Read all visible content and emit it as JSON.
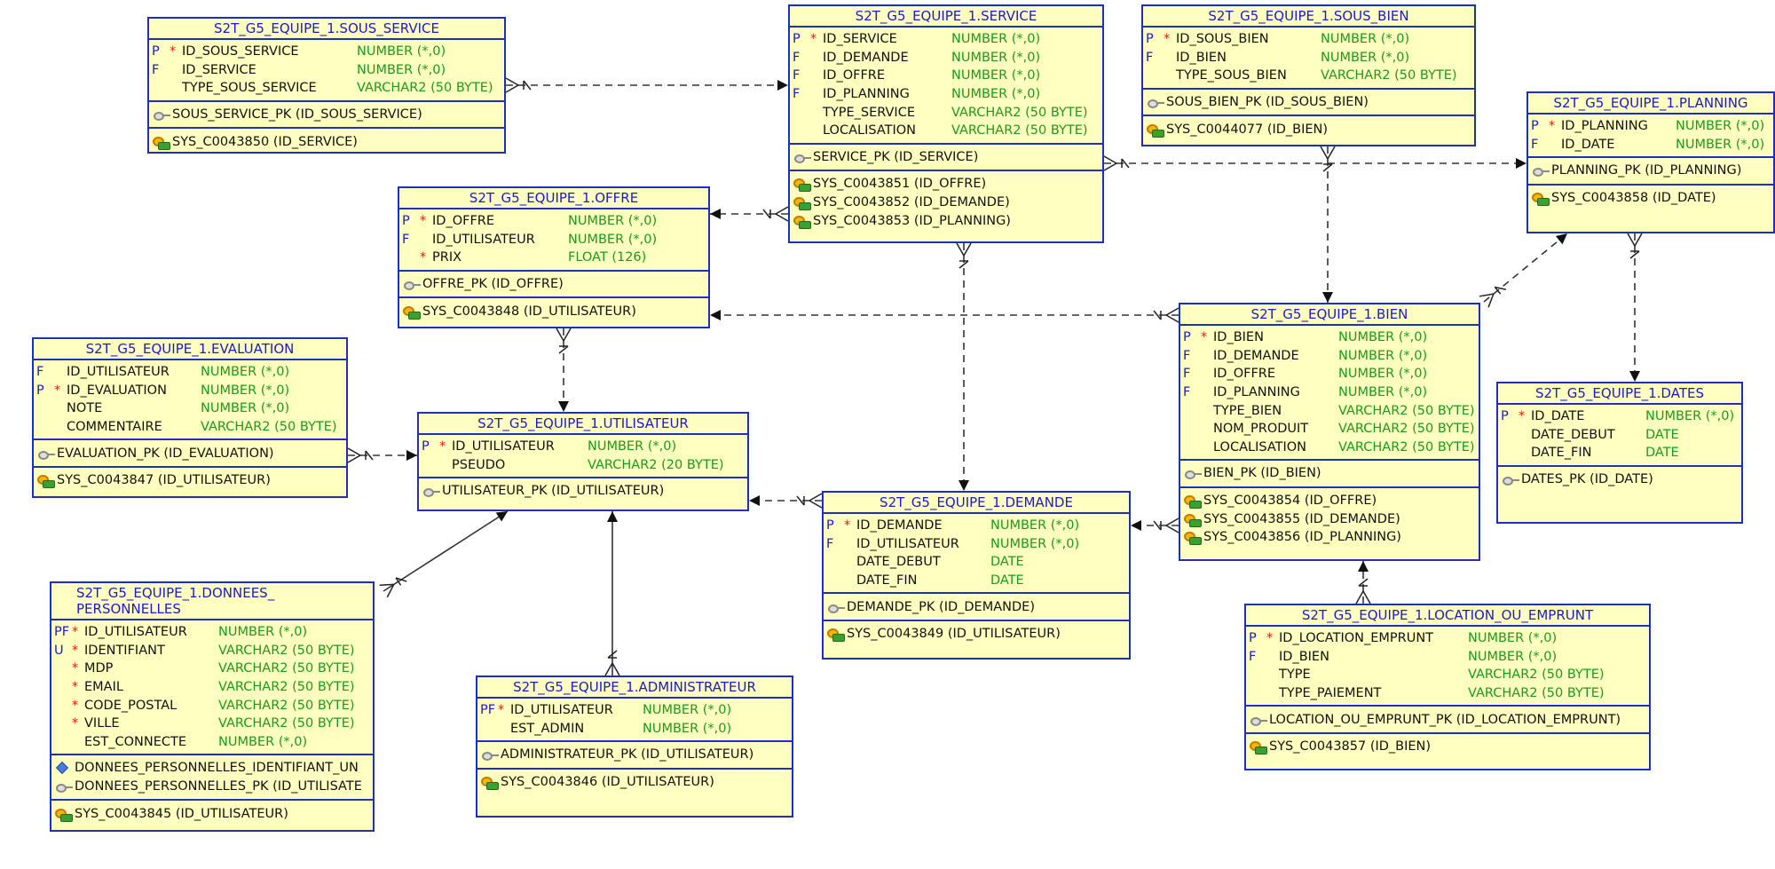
{
  "tables": [
    {
      "id": "sous_service",
      "title": "S2T_G5_EQUIPE_1.SOUS_SERVICE",
      "columns": [
        {
          "flag": "P",
          "req": "*",
          "name": "ID_SOUS_SERVICE",
          "type": "NUMBER (*,0)"
        },
        {
          "flag": "F",
          "req": "",
          "name": "ID_SERVICE",
          "type": "NUMBER (*,0)"
        },
        {
          "flag": "",
          "req": "",
          "name": "TYPE_SOUS_SERVICE",
          "type": "VARCHAR2 (50 BYTE)"
        }
      ],
      "sections": [
        [
          {
            "icon": "key",
            "text": "SOUS_SERVICE_PK (ID_SOUS_SERVICE)"
          }
        ],
        [
          {
            "icon": "fk",
            "text": "SYS_C0043850 (ID_SERVICE)"
          }
        ]
      ]
    },
    {
      "id": "service",
      "title": "S2T_G5_EQUIPE_1.SERVICE",
      "columns": [
        {
          "flag": "P",
          "req": "*",
          "name": "ID_SERVICE",
          "type": "NUMBER (*,0)"
        },
        {
          "flag": "F",
          "req": "",
          "name": "ID_DEMANDE",
          "type": "NUMBER (*,0)"
        },
        {
          "flag": "F",
          "req": "",
          "name": "ID_OFFRE",
          "type": "NUMBER (*,0)"
        },
        {
          "flag": "F",
          "req": "",
          "name": "ID_PLANNING",
          "type": "NUMBER (*,0)"
        },
        {
          "flag": "",
          "req": "",
          "name": "TYPE_SERVICE",
          "type": "VARCHAR2 (50 BYTE)"
        },
        {
          "flag": "",
          "req": "",
          "name": "LOCALISATION",
          "type": "VARCHAR2 (50 BYTE)"
        }
      ],
      "sections": [
        [
          {
            "icon": "key",
            "text": "SERVICE_PK (ID_SERVICE)"
          }
        ],
        [
          {
            "icon": "fk",
            "text": "SYS_C0043851 (ID_OFFRE)"
          },
          {
            "icon": "fk",
            "text": "SYS_C0043852 (ID_DEMANDE)"
          },
          {
            "icon": "fk",
            "text": "SYS_C0043853 (ID_PLANNING)"
          }
        ]
      ]
    },
    {
      "id": "sous_bien",
      "title": "S2T_G5_EQUIPE_1.SOUS_BIEN",
      "columns": [
        {
          "flag": "P",
          "req": "*",
          "name": "ID_SOUS_BIEN",
          "type": "NUMBER (*,0)"
        },
        {
          "flag": "F",
          "req": "",
          "name": "ID_BIEN",
          "type": "NUMBER (*,0)"
        },
        {
          "flag": "",
          "req": "",
          "name": "TYPE_SOUS_BIEN",
          "type": "VARCHAR2 (50 BYTE)"
        }
      ],
      "sections": [
        [
          {
            "icon": "key",
            "text": "SOUS_BIEN_PK (ID_SOUS_BIEN)"
          }
        ],
        [
          {
            "icon": "fk",
            "text": "SYS_C0044077 (ID_BIEN)"
          }
        ]
      ]
    },
    {
      "id": "planning",
      "title": "S2T_G5_EQUIPE_1.PLANNING",
      "columns": [
        {
          "flag": "P",
          "req": "*",
          "name": "ID_PLANNING",
          "type": "NUMBER (*,0)"
        },
        {
          "flag": "F",
          "req": "",
          "name": "ID_DATE",
          "type": "NUMBER (*,0)"
        }
      ],
      "sections": [
        [
          {
            "icon": "key",
            "text": "PLANNING_PK (ID_PLANNING)"
          }
        ],
        [
          {
            "icon": "fk",
            "text": "SYS_C0043858 (ID_DATE)"
          }
        ]
      ]
    },
    {
      "id": "offre",
      "title": "S2T_G5_EQUIPE_1.OFFRE",
      "columns": [
        {
          "flag": "P",
          "req": "*",
          "name": "ID_OFFRE",
          "type": "NUMBER (*,0)"
        },
        {
          "flag": "F",
          "req": "",
          "name": "ID_UTILISATEUR",
          "type": "NUMBER (*,0)"
        },
        {
          "flag": "",
          "req": "*",
          "name": "PRIX",
          "type": "FLOAT (126)"
        }
      ],
      "sections": [
        [
          {
            "icon": "key",
            "text": "OFFRE_PK (ID_OFFRE)"
          }
        ],
        [
          {
            "icon": "fk",
            "text": "SYS_C0043848 (ID_UTILISATEUR)"
          }
        ]
      ]
    },
    {
      "id": "evaluation",
      "title": "S2T_G5_EQUIPE_1.EVALUATION",
      "columns": [
        {
          "flag": "F",
          "req": "",
          "name": "ID_UTILISATEUR",
          "type": "NUMBER (*,0)"
        },
        {
          "flag": "P",
          "req": "*",
          "name": "ID_EVALUATION",
          "type": "NUMBER (*,0)"
        },
        {
          "flag": "",
          "req": "",
          "name": "NOTE",
          "type": "NUMBER (*,0)"
        },
        {
          "flag": "",
          "req": "",
          "name": "COMMENTAIRE",
          "type": "VARCHAR2 (50 BYTE)"
        }
      ],
      "sections": [
        [
          {
            "icon": "key",
            "text": "EVALUATION_PK (ID_EVALUATION)"
          }
        ],
        [
          {
            "icon": "fk",
            "text": "SYS_C0043847 (ID_UTILISATEUR)"
          }
        ]
      ]
    },
    {
      "id": "utilisateur",
      "title": "S2T_G5_EQUIPE_1.UTILISATEUR",
      "columns": [
        {
          "flag": "P",
          "req": "*",
          "name": "ID_UTILISATEUR",
          "type": "NUMBER (*,0)"
        },
        {
          "flag": "",
          "req": "",
          "name": "PSEUDO",
          "type": "VARCHAR2 (20 BYTE)"
        }
      ],
      "sections": [
        [
          {
            "icon": "key",
            "text": "UTILISATEUR_PK (ID_UTILISATEUR)"
          }
        ]
      ]
    },
    {
      "id": "bien",
      "title": "S2T_G5_EQUIPE_1.BIEN",
      "columns": [
        {
          "flag": "P",
          "req": "*",
          "name": "ID_BIEN",
          "type": "NUMBER (*,0)"
        },
        {
          "flag": "F",
          "req": "",
          "name": "ID_DEMANDE",
          "type": "NUMBER (*,0)"
        },
        {
          "flag": "F",
          "req": "",
          "name": "ID_OFFRE",
          "type": "NUMBER (*,0)"
        },
        {
          "flag": "F",
          "req": "",
          "name": "ID_PLANNING",
          "type": "NUMBER (*,0)"
        },
        {
          "flag": "",
          "req": "",
          "name": "TYPE_BIEN",
          "type": "VARCHAR2 (50 BYTE)"
        },
        {
          "flag": "",
          "req": "",
          "name": "NOM_PRODUIT",
          "type": "VARCHAR2 (50 BYTE)"
        },
        {
          "flag": "",
          "req": "",
          "name": "LOCALISATION",
          "type": "VARCHAR2 (50 BYTE)"
        }
      ],
      "sections": [
        [
          {
            "icon": "key",
            "text": "BIEN_PK (ID_BIEN)"
          }
        ],
        [
          {
            "icon": "fk",
            "text": "SYS_C0043854 (ID_OFFRE)"
          },
          {
            "icon": "fk",
            "text": "SYS_C0043855 (ID_DEMANDE)"
          },
          {
            "icon": "fk",
            "text": "SYS_C0043856 (ID_PLANNING)"
          }
        ]
      ]
    },
    {
      "id": "dates",
      "title": "S2T_G5_EQUIPE_1.DATES",
      "columns": [
        {
          "flag": "P",
          "req": "*",
          "name": "ID_DATE",
          "type": "NUMBER (*,0)"
        },
        {
          "flag": "",
          "req": "",
          "name": "DATE_DEBUT",
          "type": "DATE"
        },
        {
          "flag": "",
          "req": "",
          "name": "DATE_FIN",
          "type": "DATE"
        }
      ],
      "sections": [
        [
          {
            "icon": "key",
            "text": "DATES_PK (ID_DATE)"
          }
        ]
      ]
    },
    {
      "id": "demande",
      "title": "S2T_G5_EQUIPE_1.DEMANDE",
      "columns": [
        {
          "flag": "P",
          "req": "*",
          "name": "ID_DEMANDE",
          "type": "NUMBER (*,0)"
        },
        {
          "flag": "F",
          "req": "",
          "name": "ID_UTILISATEUR",
          "type": "NUMBER (*,0)"
        },
        {
          "flag": "",
          "req": "",
          "name": "DATE_DEBUT",
          "type": "DATE"
        },
        {
          "flag": "",
          "req": "",
          "name": "DATE_FIN",
          "type": "DATE"
        }
      ],
      "sections": [
        [
          {
            "icon": "key",
            "text": "DEMANDE_PK (ID_DEMANDE)"
          }
        ],
        [
          {
            "icon": "fk",
            "text": "SYS_C0043849 (ID_UTILISATEUR)"
          }
        ]
      ]
    },
    {
      "id": "donnees",
      "title": "S2T_G5_EQUIPE_1.DONNEES_\nPERSONNELLES",
      "columns": [
        {
          "flag": "PF",
          "req": "*",
          "name": "ID_UTILISATEUR",
          "type": "NUMBER (*,0)"
        },
        {
          "flag": "U",
          "req": "*",
          "name": "IDENTIFIANT",
          "type": "VARCHAR2 (50 BYTE)"
        },
        {
          "flag": "",
          "req": "*",
          "name": "MDP",
          "type": "VARCHAR2 (50 BYTE)"
        },
        {
          "flag": "",
          "req": "*",
          "name": "EMAIL",
          "type": "VARCHAR2 (50 BYTE)"
        },
        {
          "flag": "",
          "req": "*",
          "name": "CODE_POSTAL",
          "type": "VARCHAR2 (50 BYTE)"
        },
        {
          "flag": "",
          "req": "*",
          "name": "VILLE",
          "type": "VARCHAR2 (50 BYTE)"
        },
        {
          "flag": "",
          "req": "",
          "name": "EST_CONNECTE",
          "type": "NUMBER (*,0)"
        }
      ],
      "sections": [
        [
          {
            "icon": "uk",
            "text": "DONNEES_PERSONNELLES_IDENTIFIANT_UN"
          },
          {
            "icon": "key",
            "text": "DONNEES_PERSONNELLES_PK (ID_UTILISATE"
          }
        ],
        [
          {
            "icon": "fk",
            "text": "SYS_C0043845 (ID_UTILISATEUR)"
          }
        ]
      ]
    },
    {
      "id": "administrateur",
      "title": "S2T_G5_EQUIPE_1.ADMINISTRATEUR",
      "columns": [
        {
          "flag": "PF",
          "req": "*",
          "name": "ID_UTILISATEUR",
          "type": "NUMBER (*,0)"
        },
        {
          "flag": "",
          "req": "",
          "name": "EST_ADMIN",
          "type": "NUMBER (*,0)"
        }
      ],
      "sections": [
        [
          {
            "icon": "key",
            "text": "ADMINISTRATEUR_PK (ID_UTILISATEUR)"
          }
        ],
        [
          {
            "icon": "fk",
            "text": "SYS_C0043846 (ID_UTILISATEUR)"
          }
        ]
      ]
    },
    {
      "id": "location",
      "title": "S2T_G5_EQUIPE_1.LOCATION_OU_EMPRUNT",
      "columns": [
        {
          "flag": "P",
          "req": "*",
          "name": "ID_LOCATION_EMPRUNT",
          "type": "NUMBER (*,0)"
        },
        {
          "flag": "F",
          "req": "",
          "name": "ID_BIEN",
          "type": "NUMBER (*,0)"
        },
        {
          "flag": "",
          "req": "",
          "name": "TYPE",
          "type": "VARCHAR2 (50 BYTE)"
        },
        {
          "flag": "",
          "req": "",
          "name": "TYPE_PAIEMENT",
          "type": "VARCHAR2 (50 BYTE)"
        }
      ],
      "sections": [
        [
          {
            "icon": "key",
            "text": "LOCATION_OU_EMPRUNT_PK (ID_LOCATION_EMPRUNT)"
          }
        ],
        [
          {
            "icon": "fk",
            "text": "SYS_C0043857 (ID_BIEN)"
          }
        ]
      ]
    }
  ],
  "relationships": [
    {
      "from": "sous_service",
      "to": "service",
      "dashed": true
    },
    {
      "from": "service",
      "to": "planning",
      "dashed": true
    },
    {
      "from": "service",
      "to": "offre",
      "dashed": true
    },
    {
      "from": "service",
      "to": "demande",
      "dashed": true
    },
    {
      "from": "sous_bien",
      "to": "bien",
      "dashed": true
    },
    {
      "from": "bien",
      "to": "offre",
      "dashed": true
    },
    {
      "from": "bien",
      "to": "planning",
      "dashed": true
    },
    {
      "from": "planning",
      "to": "dates",
      "dashed": true
    },
    {
      "from": "offre",
      "to": "utilisateur",
      "dashed": true
    },
    {
      "from": "evaluation",
      "to": "utilisateur",
      "dashed": true
    },
    {
      "from": "demande",
      "to": "utilisateur",
      "dashed": true
    },
    {
      "from": "bien",
      "to": "demande",
      "dashed": true
    },
    {
      "from": "location",
      "to": "bien",
      "dashed": true
    },
    {
      "from": "donnees",
      "to": "utilisateur",
      "dashed": false
    },
    {
      "from": "administrateur",
      "to": "utilisateur",
      "dashed": false
    }
  ],
  "colors": {
    "border": "#1c2fbf",
    "fill": "#ffffc0",
    "title": "#1a1ad0",
    "type": "#1a9a1a",
    "required": "#e81818",
    "line": "#333333"
  }
}
